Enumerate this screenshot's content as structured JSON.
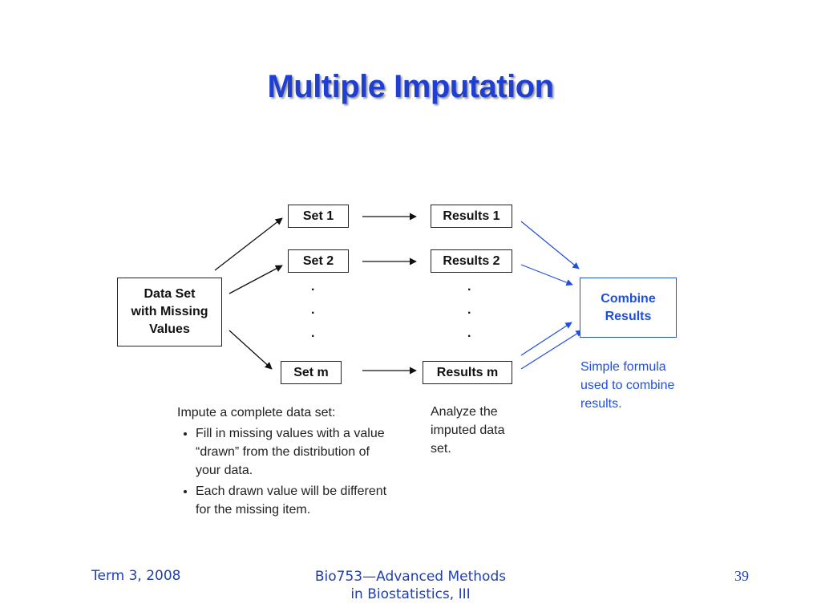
{
  "title": "Multiple Imputation",
  "diagram": {
    "source": {
      "lines": [
        "Data Set",
        "with Missing",
        "Values"
      ]
    },
    "sets": [
      "Set 1",
      "Set 2",
      "Set m"
    ],
    "results": [
      "Results 1",
      "Results 2",
      "Results m"
    ],
    "ellipsis_dot": ".",
    "combine": {
      "lines": [
        "Combine",
        "Results"
      ]
    }
  },
  "notes": {
    "impute": {
      "heading": "Impute a complete data set:",
      "bullets": [
        "Fill in missing values with a value “drawn” from the distribution of your data.",
        "Each drawn value will be different for the missing item."
      ]
    },
    "analyze": "Analyze the imputed data set.",
    "combine": "Simple formula used to combine results."
  },
  "footer": {
    "left": "Term 3, 2008",
    "center_line1": "Bio753—Advanced Methods",
    "center_line2": "in Biostatistics, III",
    "page_number": "39"
  },
  "colors": {
    "title": "#1f3fd1",
    "accent_blue": "#1f4fe0",
    "footer": "#1f3fb0"
  }
}
